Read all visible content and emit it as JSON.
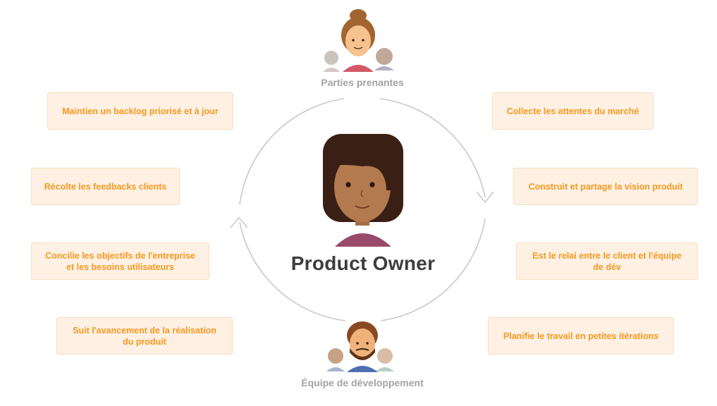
{
  "center": {
    "title": "Product Owner"
  },
  "top_group": {
    "label": "Parties prenantes"
  },
  "bottom_group": {
    "label": "Équipe de développement"
  },
  "left_tasks": [
    "Maintien un backlog priorisé et à jour",
    "Récolte les feedbacks clients",
    "Concilie les objectifs de l'entreprise\net les besoins utilisateurs",
    "Suit l'avancement de la réalisation\ndu produit"
  ],
  "right_tasks": [
    "Collecte les attentes du marché",
    "Construit et partage la vision produit",
    "Est le relai entre le client et l'équipe\nde dév",
    "Planifie le travail en petites itérations"
  ],
  "colors": {
    "box_fill": "#fef1e4",
    "box_border": "#f9dcbd",
    "box_text": "#f5981f",
    "label_text": "#a3a3a3",
    "title_text": "#3d3d3d",
    "cycle_stroke": "#c8c8c8"
  }
}
